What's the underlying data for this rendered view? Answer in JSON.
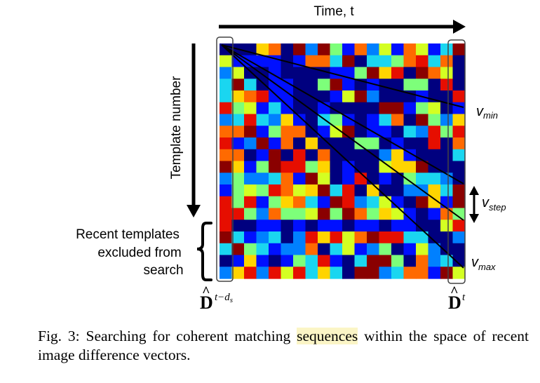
{
  "figure": {
    "time_axis_label": "Time, t",
    "template_axis_label": "Template number",
    "excluded_label_lines": [
      "Recent templates",
      "excluded from",
      "search"
    ],
    "d_left": {
      "base": "D",
      "sup_prefix": "t−",
      "sup_var": "d",
      "sup_sub": "s"
    },
    "d_right": {
      "base": "D",
      "sup": "t"
    },
    "v_min": {
      "v": "v",
      "sub": "min"
    },
    "v_step": {
      "v": "v",
      "sub": "step"
    },
    "v_max": {
      "v": "v",
      "sub": "max"
    },
    "colormap": "jet"
  },
  "caption": {
    "prefix": "Fig. 3: Searching for coherent matching ",
    "highlight": "sequences",
    "suffix": " within the space of recent image difference vectors.",
    "highlight_color": "#fbf5c6"
  }
}
